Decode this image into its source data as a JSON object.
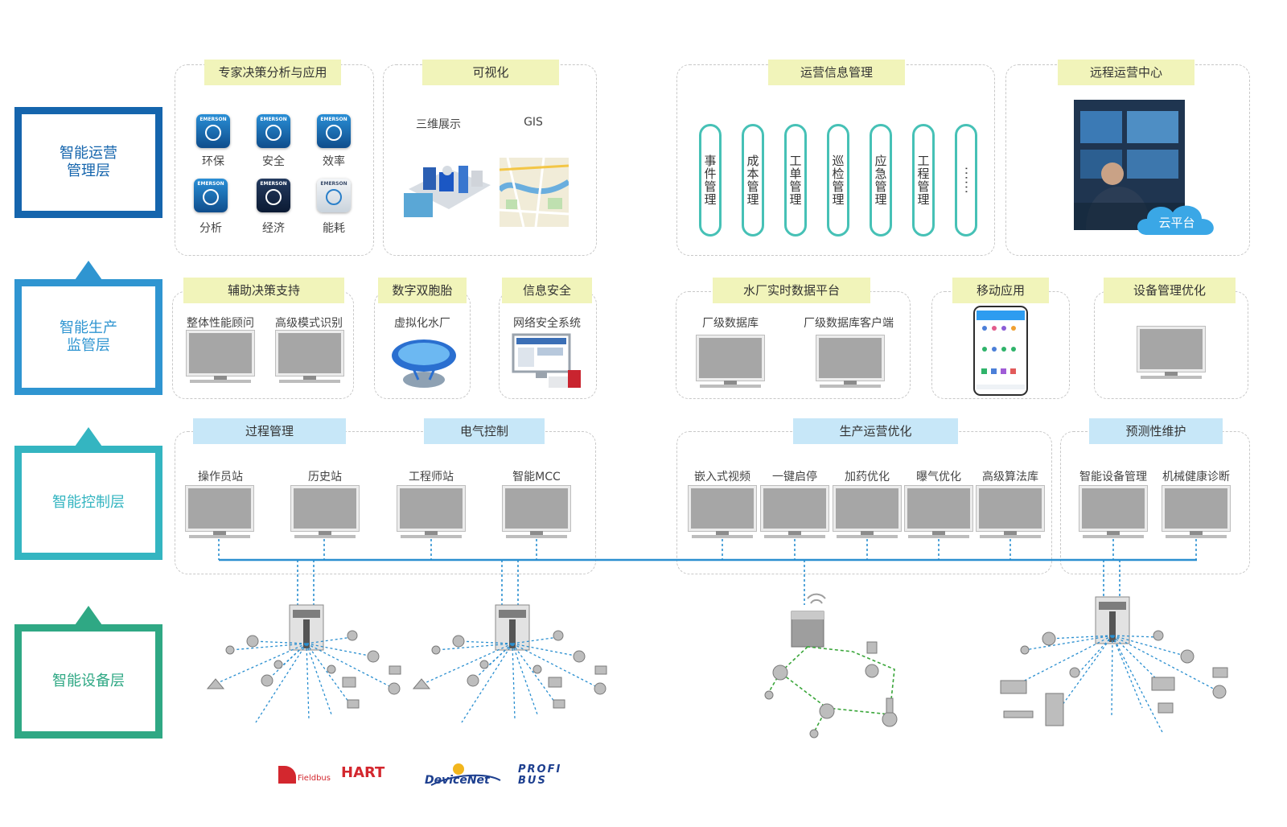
{
  "layers": {
    "operation": {
      "label": "智能运营\n管理层",
      "color": "#1565ad"
    },
    "production": {
      "label": "智能生产\n监管层",
      "color": "#2f95d1"
    },
    "control": {
      "label": "智能控制层",
      "color": "#34b5c1"
    },
    "device": {
      "label": "智能设备层",
      "color": "#2fa884"
    }
  },
  "operation_row": {
    "expert": {
      "title": "专家决策分析与应用",
      "apps": [
        {
          "brand": "EMERSON",
          "label": "环保"
        },
        {
          "brand": "EMERSON",
          "label": "安全"
        },
        {
          "brand": "EMERSON",
          "label": "效率"
        },
        {
          "brand": "EMERSON",
          "label": "分析"
        },
        {
          "brand": "EMERSON",
          "label": "经济"
        },
        {
          "brand": "EMERSON",
          "label": "能耗"
        }
      ]
    },
    "visual": {
      "title": "可视化",
      "items": [
        "三维展示",
        "GIS"
      ]
    },
    "info": {
      "title": "运营信息管理",
      "pills": [
        "事件管理",
        "成本管理",
        "工单管理",
        "巡检管理",
        "应急管理",
        "工程管理",
        "······"
      ]
    },
    "remote": {
      "title": "远程运营中心",
      "cloud": "云平台"
    }
  },
  "production_row": {
    "assist": {
      "title": "辅助决策支持",
      "items": [
        "整体性能顾问",
        "高级模式识别"
      ]
    },
    "twin": {
      "title": "数字双胞胎",
      "items": [
        "虚拟化水厂"
      ]
    },
    "security": {
      "title": "信息安全",
      "items": [
        "网络安全系统"
      ]
    },
    "platform": {
      "title": "水厂实时数据平台",
      "items": [
        "厂级数据库",
        "厂级数据库客户端"
      ]
    },
    "mobile": {
      "title": "移动应用"
    },
    "device_mgmt": {
      "title": "设备管理优化"
    }
  },
  "control_row": {
    "process": {
      "title": "过程管理"
    },
    "electric": {
      "title": "电气控制"
    },
    "production_opt": {
      "title": "生产运营优化"
    },
    "predictive": {
      "title": "预测性维护"
    },
    "stations": [
      "操作员站",
      "历史站",
      "工程师站",
      "智能MCC",
      "嵌入式视频",
      "一键启停",
      "加药优化",
      "曝气优化",
      "高级算法库",
      "智能设备管理",
      "机械健康诊断"
    ]
  },
  "protocols": [
    {
      "name": "Fieldbus",
      "color": "#d3272e"
    },
    {
      "name": "HART",
      "color": "#d3272e"
    },
    {
      "name": "DeviceNet",
      "color": "#1d3f8f"
    },
    {
      "name": "PROFI BUS",
      "color": "#1d3f8f"
    }
  ]
}
